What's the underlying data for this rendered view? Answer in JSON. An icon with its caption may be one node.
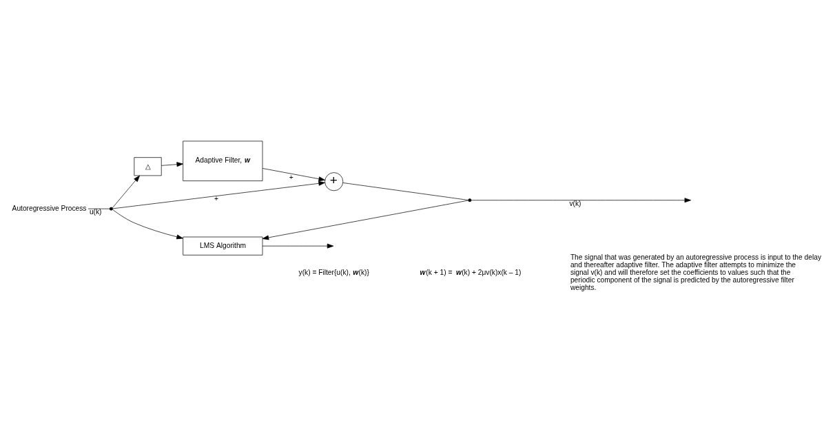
{
  "diagram": {
    "nodes": [
      {
        "text": [
          "Autoregressive Process"
        ]
      },
      {
        "text": [],
        "shape": "circle"
      },
      {
        "text": [
          "△"
        ]
      },
      {
        "text": [
          "Adaptive Filter, **w**"
        ]
      },
      {
        "text": [
          "+"
        ]
      },
      {
        "text": [],
        "shape": "circle"
      },
      {
        "text": [
          "LMS Algorithm"
        ]
      }
    ],
    "edges": [
      {
        "from": 0,
        "to": 1,
        "arrow": "none",
        "label": "u(k)"
      },
      {
        "from": 1,
        "to": 2,
        "arrow": "to"
      },
      {
        "from": 2,
        "to": 3,
        "arrow": "to"
      },
      {
        "from": 3,
        "to": 4,
        "arrow": "to",
        "label": "+"
      },
      {
        "from": 1,
        "to": 4,
        "arrow": "to",
        "label": "+"
      },
      {
        "from": 4,
        "to": 5,
        "arrow": "none"
      },
      {
        "from": 5,
        "to": null,
        "arrow": "to",
        "label": "v(k)"
      },
      {
        "from": 1,
        "to": 6,
        "arrow": "to"
      },
      {
        "from": 5,
        "to": 6,
        "arrow": "to"
      },
      {
        "from": 6,
        "to": null,
        "arrow": "to"
      }
    ],
    "labels": [
      "y(k) = Filter{u(k), **w**(k)}",
      "**w**(k + 1) = **w**(k) + 2μv(k)x(k – 1)",
      "The signal that was generated by an autoregressive process is input to the delay and thereafter adaptive filter. The adaptive filter attempts to minimize the signal v(k) and will therefore set the coefficients to values such that the periodic component of the signal is predicted by the autoregressive filter weights."
    ]
  }
}
